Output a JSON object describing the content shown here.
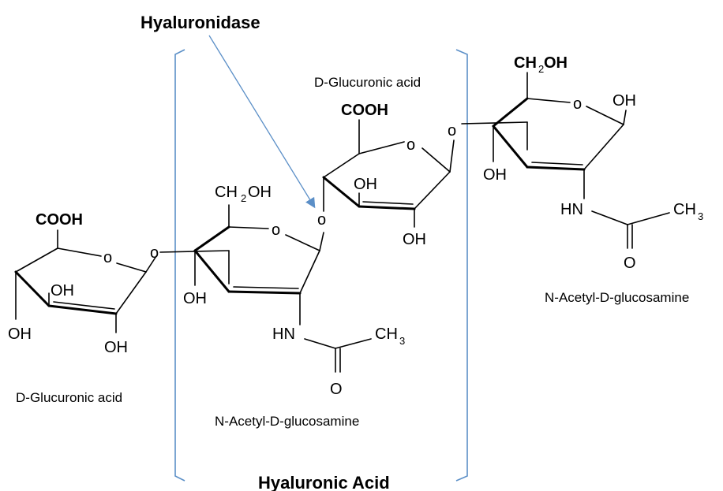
{
  "enzyme": "Hyaluronidase",
  "polymer": "Hyaluronic Acid",
  "residue_names": {
    "glucuronic_left": "D-Glucuronic acid",
    "glucosamine_middle": "N-Acetyl-D-glucosamine",
    "glucuronic_middle": "D-Glucuronic acid",
    "glucosamine_right": "N-Acetyl-D-glucosamine"
  },
  "groups": {
    "cooh": "COOH",
    "ring_o": "o",
    "linkage_o": "o",
    "oh": "OH",
    "ch2": "CH",
    "ch3": "CH",
    "sub2": "2",
    "sub3": "3",
    "oh_tail": "OH",
    "hn": "HN",
    "carbonyl_o": "O"
  },
  "colors": {
    "bracket": "#5b8fc7",
    "arrow": "#5b8fc7",
    "bonds": "#000000"
  }
}
